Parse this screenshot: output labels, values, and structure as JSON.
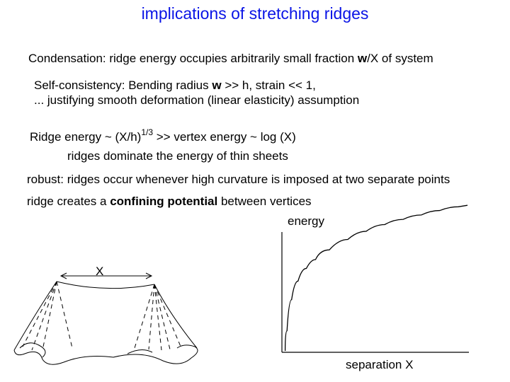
{
  "title": "implications of stretching ridges",
  "condensation": {
    "prefix": "Condensation:  ridge energy occupies arbitrarily small fraction ",
    "bold": "w",
    "suffix": "/X of system"
  },
  "self_consistency": {
    "prefix": "Self-consistency: Bending radius ",
    "bold": "w",
    "suffix": " >> h, strain << 1,",
    "line2": "... justifying smooth deformation (linear elasticity) assumption"
  },
  "ridge_energy": {
    "prefix": "Ridge energy ~ (X/h)",
    "exponent": "1/3",
    "suffix": "  >>  vertex energy ~ log (X)"
  },
  "ridges_dominate": "ridges dominate the energy of thin sheets",
  "robust": "robust: ridges occur whenever high curvature is imposed at two separate points",
  "confining": {
    "prefix": "ridge creates a ",
    "bold": "confining potential",
    "suffix": " between vertices"
  },
  "sketch": {
    "span_label": "X"
  },
  "chart_data": {
    "type": "line",
    "title": "",
    "xlabel": "separation X",
    "ylabel": "energy",
    "grid": false,
    "series": [
      {
        "x": [
          0.01,
          0.03,
          0.06,
          0.1,
          0.15,
          0.2,
          0.3,
          0.4,
          0.5,
          0.6,
          0.7,
          0.8,
          0.9,
          1.0
        ],
        "y": [
          0.0,
          0.27,
          0.42,
          0.52,
          0.59,
          0.64,
          0.72,
          0.78,
          0.83,
          0.87,
          0.9,
          0.93,
          0.96,
          0.98
        ]
      }
    ]
  }
}
